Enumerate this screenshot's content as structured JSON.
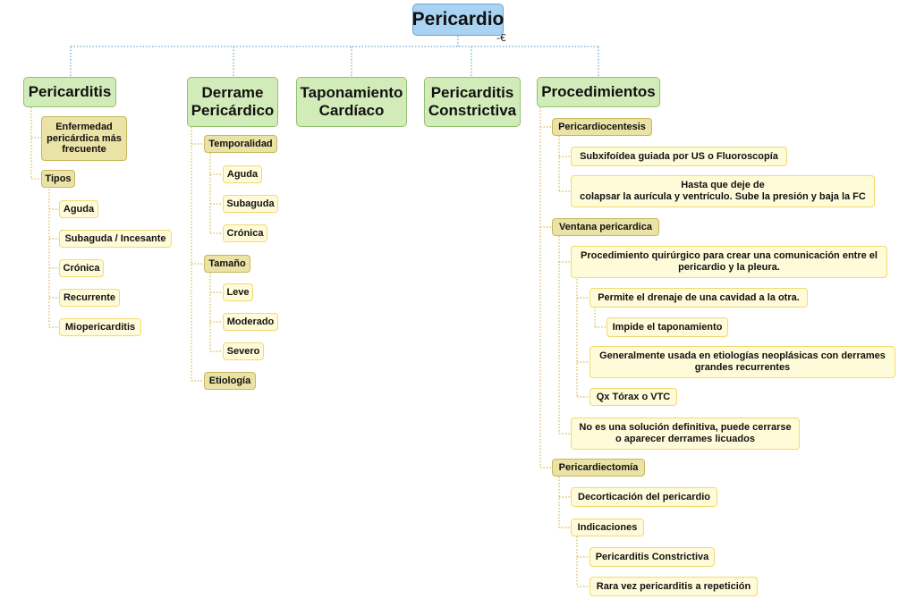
{
  "root": {
    "label": "Pericardio"
  },
  "branches": [
    {
      "label": "Pericarditis"
    },
    {
      "label": "Derrame\nPericárdico"
    },
    {
      "label": "Taponamiento\nCardíaco"
    },
    {
      "label": "Pericarditis\nConstrictiva"
    },
    {
      "label": "Procedimientos"
    }
  ],
  "pericarditis": {
    "enfermedad": "Enfermedad\npericárdica más\nfrecuente",
    "tipos": "Tipos",
    "tipos_items": [
      "Aguda",
      "Subaguda / Incesante",
      "Crónica",
      "Recurrente",
      "Miopericarditis"
    ]
  },
  "derrame": {
    "temporalidad": "Temporalidad",
    "temporalidad_items": [
      "Aguda",
      "Subaguda",
      "Crónica"
    ],
    "tamano": "Tamaño",
    "tamano_items": [
      "Leve",
      "Moderado",
      "Severo"
    ],
    "etiologia": "Etiología"
  },
  "procedimientos": {
    "pericardiocentesis": "Pericardiocentesis",
    "pericardiocentesis_items": [
      "Subxifoídea guiada por US o Fluoroscopía",
      "Hasta que deje de\ncolapsar la aurícula y ventrículo. Sube la presión y baja la FC"
    ],
    "ventana": "Ventana pericardica",
    "ventana_proc": "Procedimiento quirúrgico para crear una comunicación entre el\npericardio y la pleura.",
    "ventana_drenaje": "Permite el drenaje de una cavidad a la otra.",
    "ventana_impide": "Impide el taponamiento",
    "ventana_neoplasicas": "Generalmente usada en etiologías neoplásicas con derrames\ngrandes recurrentes",
    "ventana_qx": "Qx Tórax o VTC",
    "ventana_no_definitiva": "No es una solución definitiva, puede cerrarse\no aparecer derrames licuados",
    "pericardiectomia": "Pericardiectomía",
    "decorticacion": "Decorticación del pericardio",
    "indicaciones": "Indicaciones",
    "indicaciones_items": [
      "Pericarditis Constrictiva",
      "Rara vez pericarditis a repetición"
    ]
  },
  "collapse_marker": "-€",
  "colors": {
    "root": "#a9d3f2",
    "main": "#d2ecb9",
    "level2": "#ebe2a6",
    "leaf": "#fffbd8",
    "line_root": "#6aa8c9",
    "line_child": "#d4b84a"
  }
}
